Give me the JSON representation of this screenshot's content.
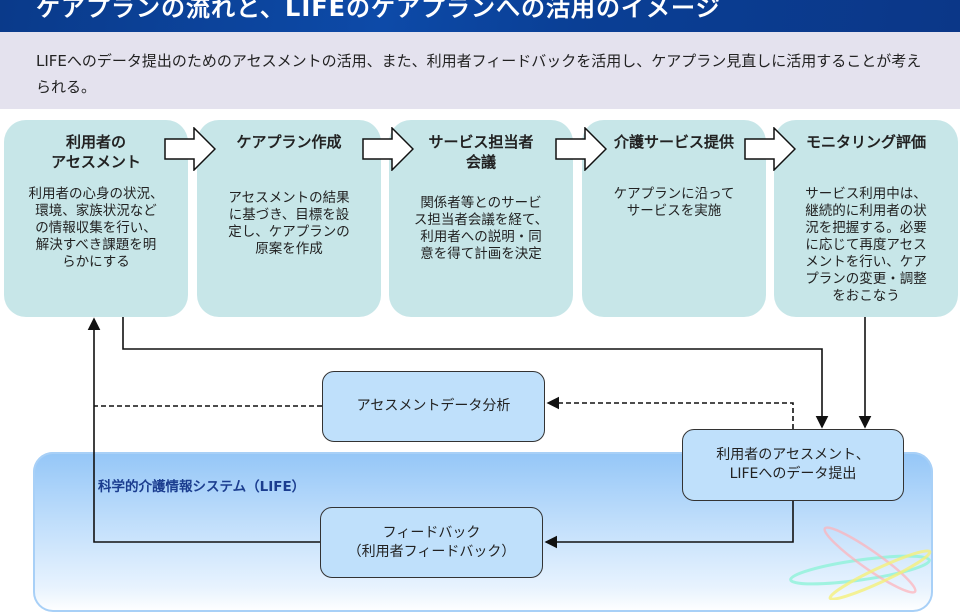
{
  "title": "ケアプランの流れと、LIFEのケアプランへの活用のイメージ",
  "intro": "LIFEへのデータ提出のためのアセスメントの活用、また、利用者フィードバックを活用し、ケアプラン見直しに活用することが考えられる。",
  "steps": [
    {
      "heading": "利用者の\nアセスメント",
      "body": "利用者の心身の状況、\n環境、家族状況など\nの情報収集を行い、\n解決すべき課題を明\nらかにする"
    },
    {
      "heading": "ケアプラン作成",
      "body": "アセスメントの結果\nに基づき、目標を設\n定し、ケアプランの\n原案を作成"
    },
    {
      "heading": "サービス担当者\n会議",
      "body": "関係者等とのサービ\nス担当者会議を経て、\n利用者への説明・同\n意を得て計画を決定"
    },
    {
      "heading": "介護サービス提供",
      "body": "ケアプランに沿って\nサービスを実施"
    },
    {
      "heading": "モニタリング評価",
      "body": "サービス利用中は、\n継続的に利用者の状\n況を把握する。必要\nに応じて再度アセス\nメントを行い、ケア\nプランの変更・調整\nをおこなう"
    }
  ],
  "nodes": {
    "analysis": "アセスメントデータ分析",
    "submission": "利用者のアセスメント、\nLIFEへのデータ提出",
    "feedback": "フィードバック\n（利用者フィードバック）"
  },
  "life_label": "科学的介護情報システム（LIFE）",
  "colors": {
    "title_bg": "#0d4aa8",
    "step_bg": "#c7e6e8",
    "node_bg": "#bfe0fb",
    "life_label": "#1b3d8f"
  }
}
